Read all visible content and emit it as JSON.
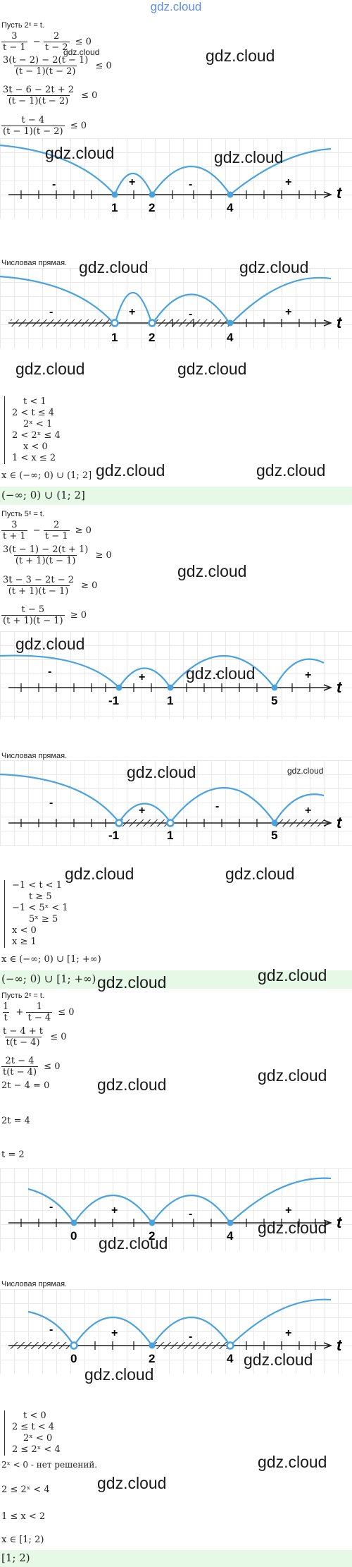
{
  "site": "gdz.cloud",
  "colors": {
    "arc": "#4aa3dd",
    "answer_bg": "#e6f9e6",
    "site": "#5b8ef0"
  },
  "p1": {
    "sub": "Пусть 2ˣ = t.",
    "f1": {
      "num": "3",
      "den": "t − 1",
      "mid": "−",
      "num2": "2",
      "den2": "t − 2",
      "rel": "≤ 0"
    },
    "f2": {
      "num": "3(t − 2) − 2(t − 1)",
      "den": "(t − 1)(t − 2)",
      "rel": "≤ 0"
    },
    "f3": {
      "num": "3t − 6 − 2t + 2",
      "den": "(t − 1)(t − 2)",
      "rel": "≤ 0"
    },
    "f4": {
      "num": "t − 4",
      "den": "(t − 1)(t − 2)",
      "rel": "≤ 0"
    },
    "numline_label": "Числовая прямая.",
    "points": [
      "1",
      "2",
      "4"
    ],
    "signs": [
      "-",
      "+",
      "-",
      "+"
    ],
    "axis": "t",
    "system": [
      "t < 1",
      "2 < t ≤ 4",
      "2ˣ < 1",
      "2 < 2ˣ ≤ 4",
      "x < 0",
      "1 < x ≤ 2"
    ],
    "result": "x ∈ (−∞; 0) ∪ (1; 2]",
    "answer": "(−∞; 0) ∪ (1; 2]"
  },
  "p2": {
    "sub": "Пусть 5ˣ = t.",
    "f1": {
      "num": "3",
      "den": "t + 1",
      "mid": "−",
      "num2": "2",
      "den2": "t − 1",
      "rel": "≥ 0"
    },
    "f2": {
      "num": "3(t − 1) − 2(t + 1)",
      "den": "(t + 1)(t − 1)",
      "rel": "≥ 0"
    },
    "f3": {
      "num": "3t − 3 − 2t − 2",
      "den": "(t + 1)(t − 1)",
      "rel": "≥ 0"
    },
    "f4": {
      "num": "t − 5",
      "den": "(t + 1)(t − 1)",
      "rel": "≥ 0"
    },
    "numline_label": "Числовая прямая.",
    "points": [
      "-1",
      "1",
      "5"
    ],
    "signs": [
      "-",
      "+",
      "-",
      "+"
    ],
    "axis": "t",
    "system": [
      "−1 < t < 1",
      "t ≥ 5",
      "−1 < 5ˣ < 1",
      "5ˣ ≥ 5",
      "x < 0",
      "x ≥ 1"
    ],
    "result": "x ∈ (−∞; 0) ∪ [1; +∞)",
    "answer": "(−∞; 0) ∪ [1; +∞)"
  },
  "p3": {
    "sub": "Пусть 2ˣ = t.",
    "f1": {
      "num": "1",
      "den": "t",
      "mid": "+",
      "num2": "1",
      "den2": "t − 4",
      "rel": "≤ 0"
    },
    "f2": {
      "num": "t − 4 + t",
      "den": "t(t − 4)",
      "rel": "≤ 0"
    },
    "f3": {
      "num": "2t − 4",
      "den": "t(t − 4)",
      "rel": "≤ 0"
    },
    "eq1": "2t − 4 = 0",
    "eq2": "2t = 4",
    "eq3": "t = 2",
    "numline_label": "Числовая прямая.",
    "points": [
      "0",
      "2",
      "4"
    ],
    "signs": [
      "-",
      "+",
      "-",
      "+"
    ],
    "axis": "t",
    "system": [
      "t < 0",
      "2 ≤ t < 4",
      "2ˣ < 0",
      "2 ≤ 2ˣ < 4"
    ],
    "no_sol": "2ˣ < 0 - нет решений.",
    "s1": "2 ≤ 2ˣ < 4",
    "s2": "1 ≤ x < 2",
    "result": "x ∈ [1; 2)",
    "answer": "[1; 2)"
  }
}
